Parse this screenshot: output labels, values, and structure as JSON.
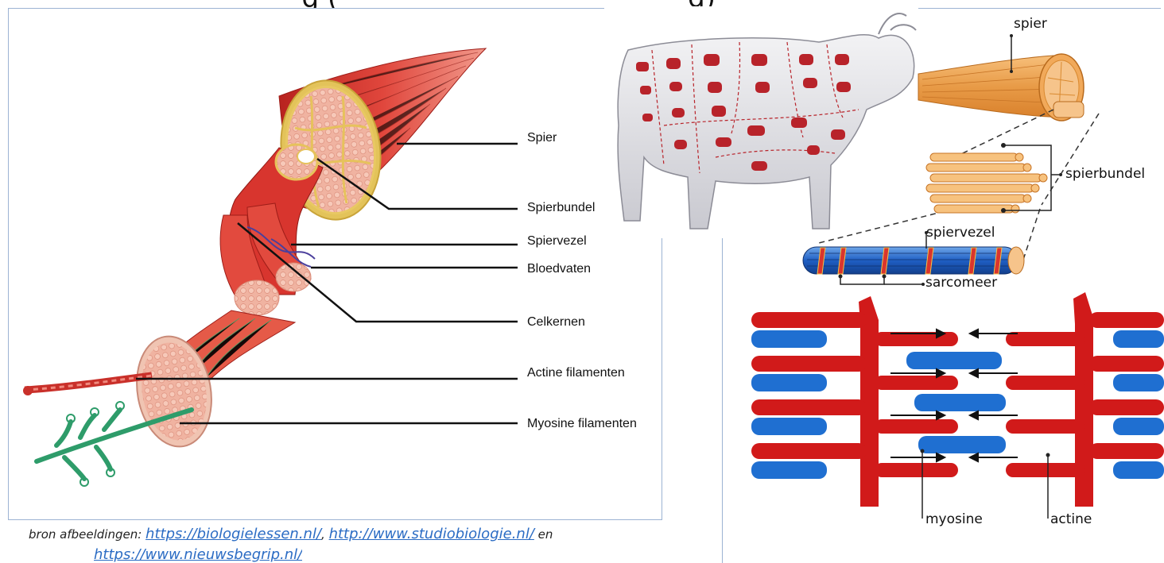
{
  "title_fragment": "g (",
  "title_fragment_end": "g)",
  "muscle_diagram": {
    "labels": [
      "Spier",
      "Spierbundel",
      "Spiervezel",
      "Bloedvaten",
      "Celkernen",
      "Actine filamenten",
      "Myosine filamenten"
    ]
  },
  "right_diagram": {
    "labels": {
      "spier": "spier",
      "spierbundel": "spierbundel",
      "spiervezel": "spiervezel",
      "sarcomeer": "sarcomeer",
      "myosine": "myosine",
      "actine": "actine"
    }
  },
  "source": {
    "prefix": "bron afbeeldingen: ",
    "link1": "https://biologielessen.nl/",
    "sep": ", ",
    "link2": "http://www.studiobiologie.nl/",
    "suffix": " en",
    "link3": "https://www.nieuwsbegrip.nl/"
  },
  "colors": {
    "muscle_red": "#d8352e",
    "fascicle_tan": "#f3d27a",
    "myosine_blue": "#1f6fd1",
    "actine_red": "#d11a1a",
    "frame": "#9cb3d3",
    "link": "#2b6cc4",
    "fibre_orange": "#f6b25a"
  }
}
